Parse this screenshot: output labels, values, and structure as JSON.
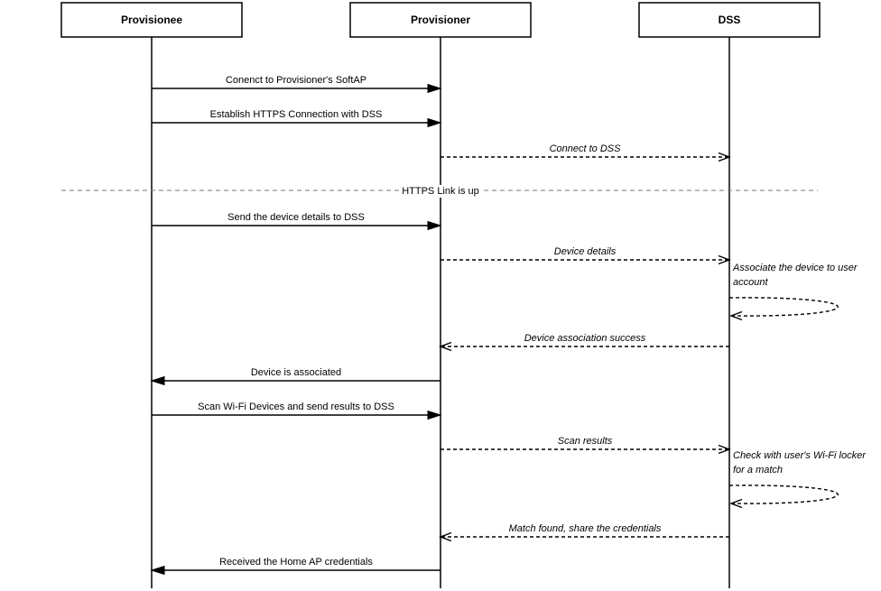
{
  "actors": [
    {
      "id": "provisionee",
      "label": "Provisionee"
    },
    {
      "id": "provisioner",
      "label": "Provisioner"
    },
    {
      "id": "dss",
      "label": "DSS"
    }
  ],
  "messages": [
    {
      "from": "provisionee",
      "to": "provisioner",
      "label": "Conenct to Provisioner's SoftAP",
      "style": "sync"
    },
    {
      "from": "provisionee",
      "to": "provisioner",
      "label": "Establish HTTPS Connection with DSS",
      "style": "sync"
    },
    {
      "from": "provisioner",
      "to": "dss",
      "label": "Connect to DSS",
      "style": "async"
    },
    {
      "type": "divider",
      "label": "HTTPS Link is up"
    },
    {
      "from": "provisionee",
      "to": "provisioner",
      "label": "Send the device details to DSS",
      "style": "sync"
    },
    {
      "from": "provisioner",
      "to": "dss",
      "label": "Device details",
      "style": "async"
    },
    {
      "from": "dss",
      "to": "dss",
      "label": [
        "Associate the device to user",
        "account"
      ],
      "style": "async"
    },
    {
      "from": "dss",
      "to": "provisioner",
      "label": "Device association success",
      "style": "async"
    },
    {
      "from": "provisioner",
      "to": "provisionee",
      "label": "Device is associated",
      "style": "sync"
    },
    {
      "from": "provisionee",
      "to": "provisioner",
      "label": "Scan Wi-Fi Devices and send results to DSS",
      "style": "sync"
    },
    {
      "from": "provisioner",
      "to": "dss",
      "label": "Scan results",
      "style": "async"
    },
    {
      "from": "dss",
      "to": "dss",
      "label": [
        "Check with user's Wi-Fi locker",
        "for a match"
      ],
      "style": "async"
    },
    {
      "from": "dss",
      "to": "provisioner",
      "label": "Match found, share the credentials",
      "style": "async"
    },
    {
      "from": "provisioner",
      "to": "provisionee",
      "label": "Received the Home AP credentials",
      "style": "sync"
    }
  ]
}
